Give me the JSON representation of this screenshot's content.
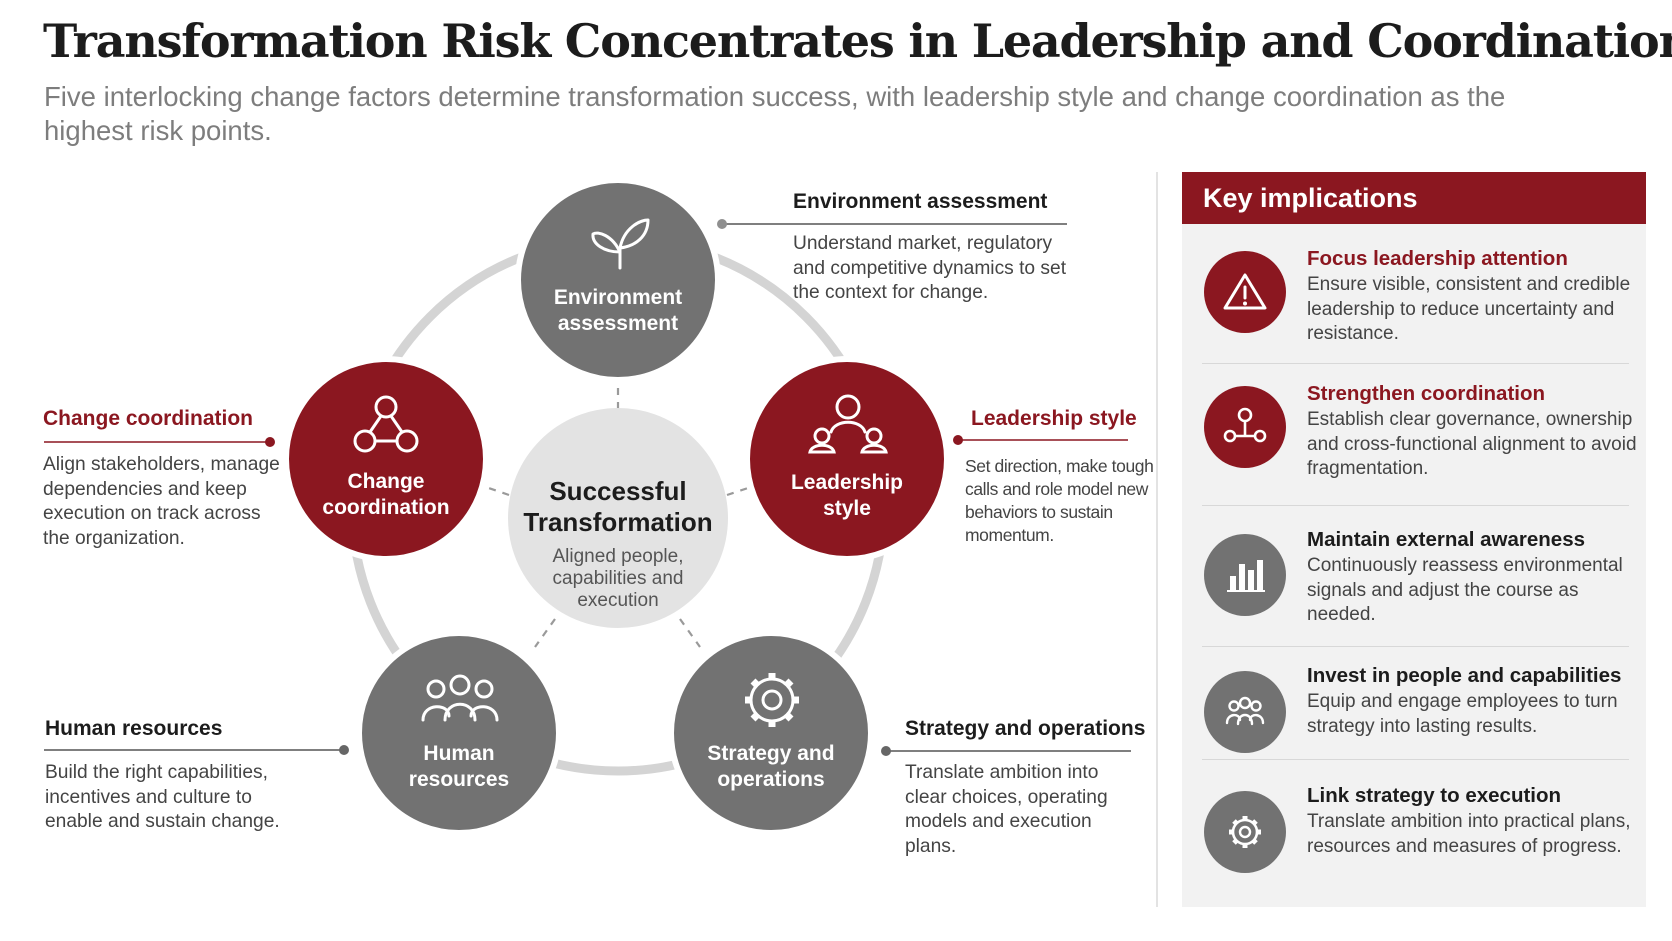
{
  "title": "Transformation Risk Concentrates in Leadership and Coordination",
  "subtitle": "Five interlocking change factors determine transformation success, with leadership style and change coordination as the highest risk points.",
  "colors": {
    "accent": "#8b1720",
    "neutral": "#727272",
    "center": "#e3e3e3",
    "ring": "#d4d4d4"
  },
  "center": {
    "title_line1": "Successful",
    "title_line2": "Transformation",
    "sub_line1": "Aligned people,",
    "sub_line2": "capabilities and",
    "sub_line3": "execution"
  },
  "nodes": {
    "environment": {
      "line1": "Environment",
      "line2": "assessment",
      "icon": "sprout-icon",
      "risk": "normal"
    },
    "leadership": {
      "line1": "Leadership",
      "line2": "style",
      "icon": "team-hierarchy-icon",
      "risk": "high"
    },
    "strategy": {
      "line1": "Strategy and",
      "line2": "operations",
      "icon": "gear-icon",
      "risk": "normal"
    },
    "human": {
      "line1": "Human",
      "line2": "resources",
      "icon": "people-group-icon",
      "risk": "normal"
    },
    "coordination": {
      "line1": "Change",
      "line2": "coordination",
      "icon": "network-icon",
      "risk": "high"
    }
  },
  "blocks": {
    "environment": {
      "heading": "Environment assessment",
      "text": "Understand market, regulatory and competitive dynamics to set the context for change."
    },
    "leadership": {
      "heading": "Leadership style",
      "text": "Set direction, make tough calls and role model new behaviors to sustain momentum."
    },
    "strategy": {
      "heading": "Strategy and operations",
      "text": "Translate ambition into clear choices, operating models and execution plans."
    },
    "human": {
      "heading": "Human resources",
      "text": "Build the right capabilities, incentives and culture to enable and sustain change."
    },
    "coordination": {
      "heading": "Change coordination",
      "text": "Align stakeholders, manage dependencies and keep execution on track across the organization."
    }
  },
  "implications": {
    "header": "Key implications",
    "items": [
      {
        "heading": "Focus leadership attention",
        "text": "Ensure visible, consistent and credible leadership to reduce uncertainty and resistance.",
        "icon": "warning-icon",
        "tone": "red"
      },
      {
        "heading": "Strengthen coordination",
        "text": "Establish clear governance, ownership and cross-functional alignment to avoid fragmentation.",
        "icon": "hierarchy-icon",
        "tone": "red"
      },
      {
        "heading": "Maintain external awareness",
        "text": "Continuously reassess environmental signals and adjust the course as needed.",
        "icon": "bar-chart-icon",
        "tone": "gray"
      },
      {
        "heading": "Invest in people and capabilities",
        "text": "Equip and engage employees to turn strategy into lasting results.",
        "icon": "people-icon",
        "tone": "gray"
      },
      {
        "heading": "Link strategy to execution",
        "text": "Translate ambition into practical plans, resources and measures of progress.",
        "icon": "gear-icon",
        "tone": "gray"
      }
    ]
  }
}
